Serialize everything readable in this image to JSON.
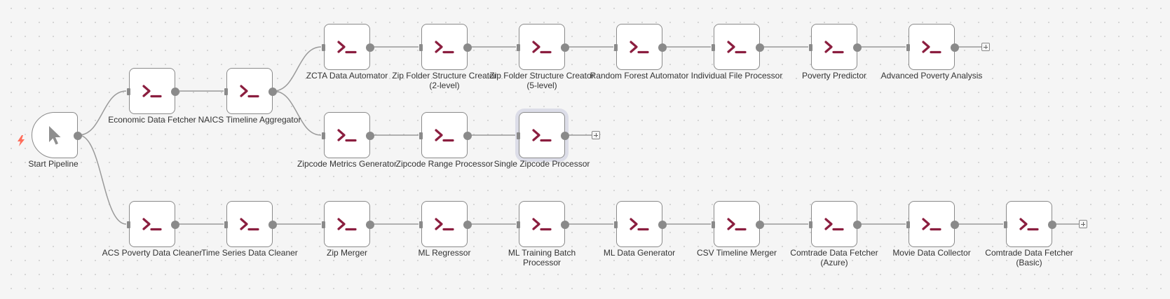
{
  "colors": {
    "accent": "#8b1e3f",
    "port": "#8a8a8a",
    "trigger": "#ff6d5a"
  },
  "trigger": {
    "label": "Start Pipeline",
    "icon": "cursor-icon",
    "badge_icon": "lightning-icon"
  },
  "nodes": [
    {
      "id": "economic",
      "label": "Economic Data Fetcher",
      "icon": "terminal-icon"
    },
    {
      "id": "naics",
      "label": "NAICS Timeline Aggregator",
      "icon": "terminal-icon"
    },
    {
      "id": "zcta",
      "label": "ZCTA Data Automator",
      "icon": "terminal-icon"
    },
    {
      "id": "zip2",
      "label": "Zip Folder Structure Creator (2-level)",
      "icon": "terminal-icon"
    },
    {
      "id": "zip5",
      "label": "Zip Folder Structure Creator (5-level)",
      "icon": "terminal-icon"
    },
    {
      "id": "rf",
      "label": "Random Forest Automator",
      "icon": "terminal-icon"
    },
    {
      "id": "indiv",
      "label": "Individual File Processor",
      "icon": "terminal-icon"
    },
    {
      "id": "povpred",
      "label": "Poverty Predictor",
      "icon": "terminal-icon"
    },
    {
      "id": "advpov",
      "label": "Advanced Poverty Analysis",
      "icon": "terminal-icon"
    },
    {
      "id": "zipmetrics",
      "label": "Zipcode Metrics Generator",
      "icon": "terminal-icon"
    },
    {
      "id": "ziprange",
      "label": "Zipcode Range Processor",
      "icon": "terminal-icon"
    },
    {
      "id": "singlezip",
      "label": "Single Zipcode Processor",
      "icon": "terminal-icon",
      "selected": true
    },
    {
      "id": "acs",
      "label": "ACS Poverty Data Cleaner",
      "icon": "terminal-icon"
    },
    {
      "id": "tsclean",
      "label": "Time Series Data Cleaner",
      "icon": "terminal-icon"
    },
    {
      "id": "zipmerger",
      "label": "Zip Merger",
      "icon": "terminal-icon"
    },
    {
      "id": "mlreg",
      "label": "ML Regressor",
      "icon": "terminal-icon"
    },
    {
      "id": "mlbatch",
      "label": "ML Training Batch Processor",
      "icon": "terminal-icon"
    },
    {
      "id": "mlgen",
      "label": "ML Data Generator",
      "icon": "terminal-icon"
    },
    {
      "id": "csvmerge",
      "label": "CSV Timeline Merger",
      "icon": "terminal-icon"
    },
    {
      "id": "comazure",
      "label": "Comtrade Data Fetcher (Azure)",
      "icon": "terminal-icon"
    },
    {
      "id": "movie",
      "label": "Movie Data Collector",
      "icon": "terminal-icon"
    },
    {
      "id": "combasic",
      "label": "Comtrade Data Fetcher (Basic)",
      "icon": "terminal-icon"
    }
  ],
  "connections": [
    [
      "trigger",
      "economic"
    ],
    [
      "trigger",
      "acs"
    ],
    [
      "economic",
      "naics"
    ],
    [
      "naics",
      "zcta"
    ],
    [
      "naics",
      "zipmetrics"
    ],
    [
      "zcta",
      "zip2"
    ],
    [
      "zip2",
      "zip5"
    ],
    [
      "zip5",
      "rf"
    ],
    [
      "rf",
      "indiv"
    ],
    [
      "indiv",
      "povpred"
    ],
    [
      "povpred",
      "advpov"
    ],
    [
      "zipmetrics",
      "ziprange"
    ],
    [
      "ziprange",
      "singlezip"
    ],
    [
      "acs",
      "tsclean"
    ],
    [
      "tsclean",
      "zipmerger"
    ],
    [
      "zipmerger",
      "mlreg"
    ],
    [
      "mlreg",
      "mlbatch"
    ],
    [
      "mlbatch",
      "mlgen"
    ],
    [
      "mlgen",
      "csvmerge"
    ],
    [
      "csvmerge",
      "comazure"
    ],
    [
      "comazure",
      "movie"
    ],
    [
      "movie",
      "combasic"
    ]
  ],
  "add_buttons": [
    "advpov",
    "singlezip",
    "combasic"
  ]
}
